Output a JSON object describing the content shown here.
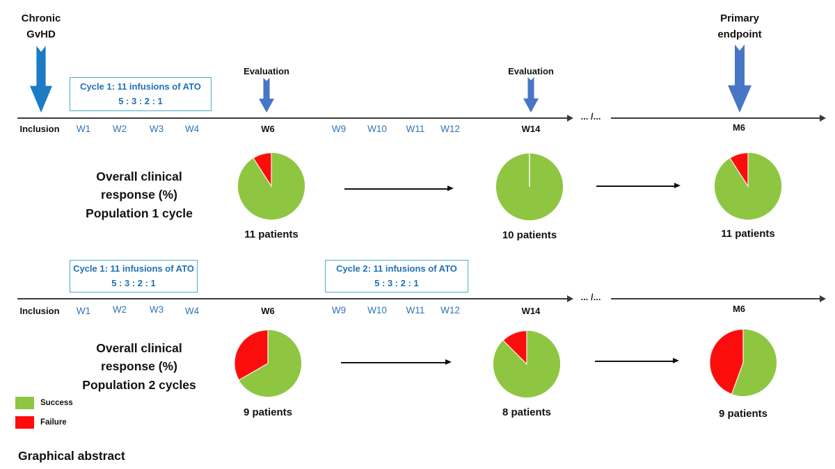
{
  "colors": {
    "success": "#8EC642",
    "failure": "#FC0D0D",
    "bright_blue": "#1B7CC5",
    "slate_blue": "#4876C6",
    "box_border": "#4BACC6",
    "box_text": "#1F6FB5",
    "week_blue": "#2E75B6"
  },
  "annotations": {
    "chronic_gvhd": {
      "line1": "Chronic",
      "line2": "GvHD"
    },
    "primary_endpoint": {
      "line1": "Primary",
      "line2": "endpoint"
    },
    "evaluation": "Evaluation"
  },
  "boxes": {
    "cycle1": {
      "line1": "Cycle 1: 11 infusions of ATO",
      "line2": "5 : 3 : 2 : 1"
    },
    "cycle2": {
      "line1": "Cycle 2: 11 infusions of ATO",
      "line2": "5 : 3 : 2 : 1"
    }
  },
  "timeline": {
    "inclusion": "Inclusion",
    "weeks1": [
      "W1",
      "W2",
      "W3",
      "W4"
    ],
    "w6": "W6",
    "weeks2": [
      "W9",
      "W10",
      "W11",
      "W12"
    ],
    "w14": "W14",
    "break": "... /...",
    "m6": "M6"
  },
  "row1": {
    "label": {
      "line1": "Overall clinical",
      "line2": "response (%)",
      "line3": "Population 1 cycle"
    }
  },
  "row2": {
    "label": {
      "line1": "Overall clinical",
      "line2": "response (%)",
      "line3": "Population 2 cycles"
    }
  },
  "legend": {
    "success": "Success",
    "failure": "Failure"
  },
  "footer": {
    "caption": "Graphical abstract"
  },
  "chart_data": [
    {
      "type": "pie",
      "group": "Population 1 cycle",
      "timepoint": "W6",
      "n_label": "11 patients",
      "labels": [
        "Success",
        "Failure"
      ],
      "values": [
        10,
        1
      ]
    },
    {
      "type": "pie",
      "group": "Population 1 cycle",
      "timepoint": "W14",
      "n_label": "10 patients",
      "labels": [
        "Success",
        "Failure"
      ],
      "values": [
        10,
        0
      ]
    },
    {
      "type": "pie",
      "group": "Population 1 cycle",
      "timepoint": "M6",
      "n_label": "11 patients",
      "labels": [
        "Success",
        "Failure"
      ],
      "values": [
        10,
        1
      ]
    },
    {
      "type": "pie",
      "group": "Population 2 cycles",
      "timepoint": "W6",
      "n_label": "9 patients",
      "labels": [
        "Success",
        "Failure"
      ],
      "values": [
        6,
        3
      ]
    },
    {
      "type": "pie",
      "group": "Population 2 cycles",
      "timepoint": "W14",
      "n_label": "8 patients",
      "labels": [
        "Success",
        "Failure"
      ],
      "values": [
        7,
        1
      ]
    },
    {
      "type": "pie",
      "group": "Population 2 cycles",
      "timepoint": "M6",
      "n_label": "9 patients",
      "labels": [
        "Success",
        "Failure"
      ],
      "values": [
        5,
        4
      ]
    }
  ]
}
